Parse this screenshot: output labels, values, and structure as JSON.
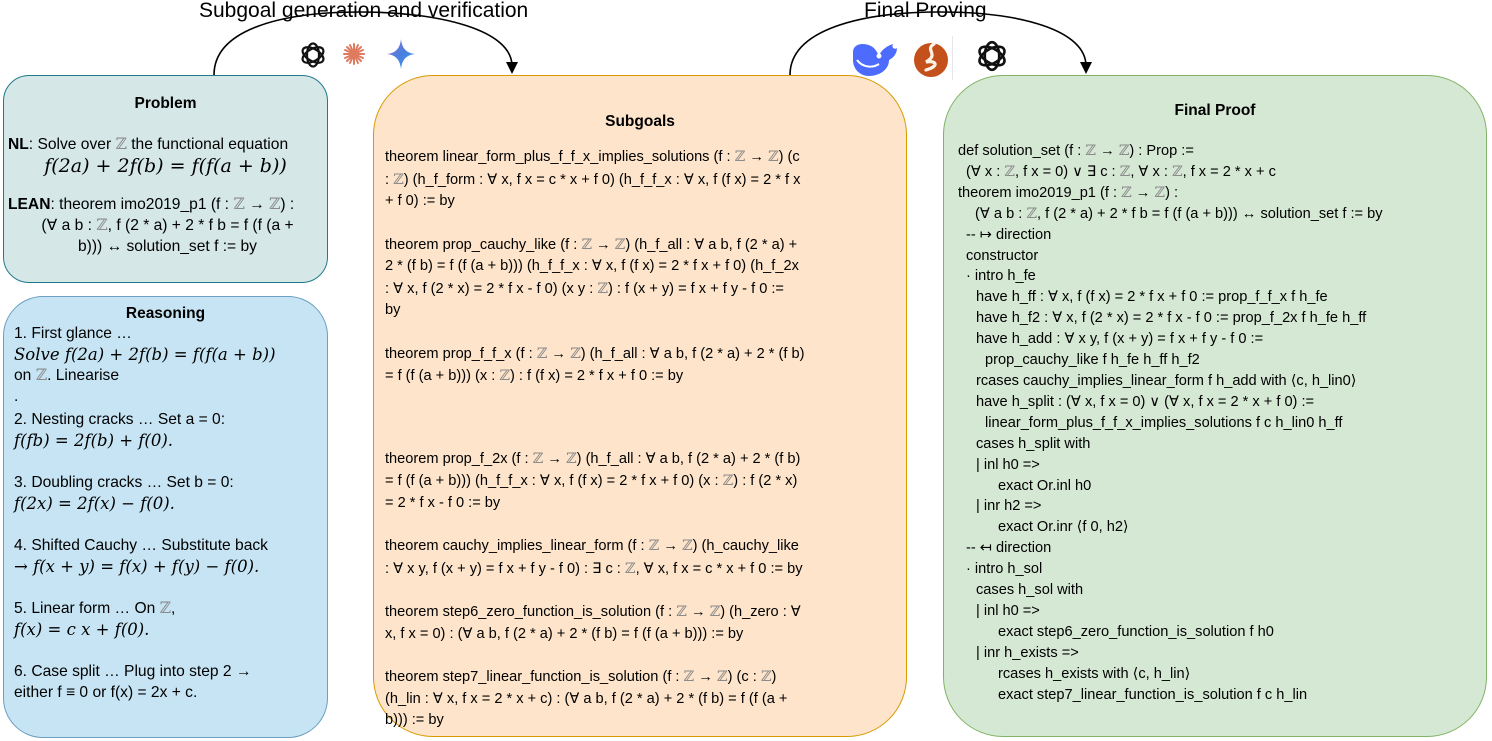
{
  "stages": {
    "left": {
      "label": "Subgoal generation and verification",
      "icons": [
        "openai-logo-icon",
        "claude-logo-icon",
        "gemini-logo-icon"
      ]
    },
    "right": {
      "label": "Final Proving",
      "icons": [
        "deepseek-logo-icon",
        "kimina-logo-icon",
        "openai-logo-icon"
      ]
    }
  },
  "colors": {
    "problem_fill": "#d5e7e7",
    "problem_border": "#1f7a8c",
    "reasoning_fill": "#c6e4f3",
    "reasoning_border": "#6c9fc0",
    "subgoals_fill": "#fde4ca",
    "subgoals_border": "#d79b00",
    "proof_fill": "#d5e8d4",
    "proof_border": "#82b366"
  },
  "problem": {
    "title": "Problem",
    "nl_label": "NL",
    "nl_text": ": Solve over ℤ the functional equation",
    "nl_equation": "f(2a) + 2f(b) = f(f(a + b))",
    "lean_label": "LEAN",
    "lean_lines": [
      ": theorem imo2019_p1 (f : ℤ → ℤ) :",
      "(∀ a b : ℤ, f (2 * a) + 2 * f b = f (f (a +",
      "b))) ↔ solution_set f := by"
    ]
  },
  "reasoning": {
    "title": "Reasoning",
    "steps": [
      {
        "head": "1. First glance …",
        "lines": [
          "Solve f(2a) + 2f(b) = f(f(a + b))",
          "on ℤ. Linearise",
          "."
        ]
      },
      {
        "head": "2. Nesting cracks …  Set a = 0:",
        "lines": [
          "f(fb) = 2f(b) + f(0)."
        ]
      },
      {
        "head": "3. Doubling cracks …  Set b = 0:",
        "lines": [
          "f(2x) = 2f(x) − f(0)."
        ]
      },
      {
        "head": "4. Shifted Cauchy …  Substitute back",
        "lines": [
          "→ f(x + y) = f(x) + f(y) − f(0)."
        ]
      },
      {
        "head": "5. Linear form …  On ℤ,",
        "lines": [
          "f(x) = c x + f(0)."
        ]
      },
      {
        "head": "6. Case split …  Plug into step 2 →",
        "lines": [
          "either f ≡ 0 or f(x) = 2x + c."
        ]
      }
    ]
  },
  "subgoals": {
    "title": "Subgoals",
    "items": [
      {
        "lines": [
          "theorem linear_form_plus_f_f_x_implies_solutions (f : ℤ → ℤ) (c",
          ": ℤ) (h_f_form : ∀ x, f x = c * x + f 0) (h_f_f_x : ∀ x, f (f x) = 2 * f x",
          "+ f 0) := by"
        ]
      },
      {
        "lines": [
          "theorem prop_cauchy_like (f : ℤ → ℤ) (h_f_all : ∀ a b, f (2 * a) +",
          "2 * (f b) = f (f (a + b))) (h_f_f_x : ∀ x, f (f x) = 2 * f x + f 0) (h_f_2x",
          ": ∀ x, f (2 * x) = 2 * f x - f 0) (x y : ℤ) : f (x + y) = f x + f y - f 0 :=",
          "by"
        ]
      },
      {
        "lines": [
          "theorem prop_f_f_x (f : ℤ → ℤ) (h_f_all : ∀ a b, f (2 * a) + 2 * (f b)",
          "= f (f (a + b))) (x : ℤ) : f (f x) = 2 * f x + f 0 := by"
        ]
      },
      {
        "lines": [
          "theorem prop_f_2x (f : ℤ → ℤ) (h_f_all : ∀ a b, f (2 * a) + 2 * (f b)",
          "= f (f (a + b))) (h_f_f_x : ∀ x, f (f x) = 2 * f x + f 0) (x : ℤ) : f (2 * x)",
          "= 2 * f x - f 0 := by"
        ]
      },
      {
        "lines": [
          "theorem cauchy_implies_linear_form (f : ℤ → ℤ) (h_cauchy_like",
          ": ∀ x y, f (x + y) = f x + f y - f 0) : ∃ c : ℤ, ∀ x, f x = c * x + f 0 := by"
        ]
      },
      {
        "lines": [
          "theorem step6_zero_function_is_solution (f : ℤ → ℤ) (h_zero : ∀",
          "x, f x = 0) : (∀ a b, f (2 * a) + 2 * (f b) = f (f (a + b))) := by"
        ]
      },
      {
        "lines": [
          "theorem step7_linear_function_is_solution (f : ℤ → ℤ) (c : ℤ)",
          "(h_lin : ∀ x, f x = 2 * x + c) : (∀ a b, f (2 * a) + 2 * (f b) = f (f (a +",
          "b))) := by"
        ]
      }
    ]
  },
  "final_proof": {
    "title": "Final Proof",
    "lines": [
      {
        "indent": 0,
        "text": "def solution_set (f : ℤ → ℤ) : Prop :="
      },
      {
        "indent": 1,
        "text": "(∀ x : ℤ, f x = 0) ∨ ∃ c : ℤ, ∀ x : ℤ, f x = 2 * x + c"
      },
      {
        "indent": 0,
        "text": "theorem imo2019_p1 (f : ℤ → ℤ) :"
      },
      {
        "indent": 2,
        "text": "(∀ a b : ℤ, f (2 * a) + 2 * f b = f (f (a + b))) ↔ solution_set f := by"
      },
      {
        "indent": 1,
        "text": "-- ↦ direction"
      },
      {
        "indent": 1,
        "text": "constructor"
      },
      {
        "indent": 1,
        "text": "· intro h_fe"
      },
      {
        "indent": 2,
        "text": "have h_ff : ∀ x, f (f x) = 2 * f x + f 0 := prop_f_f_x f h_fe"
      },
      {
        "indent": 2,
        "text": "have h_f2 : ∀ x, f (2 * x) = 2 * f x - f 0 := prop_f_2x f h_fe h_ff"
      },
      {
        "indent": 2,
        "text": "have h_add : ∀ x y, f (x + y) = f x + f y - f 0 :="
      },
      {
        "indent": 3,
        "text": "prop_cauchy_like f h_fe h_ff h_f2"
      },
      {
        "indent": 2,
        "text": "rcases cauchy_implies_linear_form f h_add with ⟨c, h_lin0⟩"
      },
      {
        "indent": 2,
        "text": "have h_split : (∀ x, f x = 0) ∨ (∀ x, f x = 2 * x + f 0) :="
      },
      {
        "indent": 3,
        "text": "linear_form_plus_f_f_x_implies_solutions f c h_lin0 h_ff"
      },
      {
        "indent": 2,
        "text": "cases h_split with"
      },
      {
        "indent": 2,
        "text": "| inl h0 =>"
      },
      {
        "indent": 4,
        "text": "exact Or.inl h0"
      },
      {
        "indent": 2,
        "text": "| inr h2 =>"
      },
      {
        "indent": 4,
        "text": "exact Or.inr ⟨f 0, h2⟩"
      },
      {
        "indent": 1,
        "text": "-- ↤ direction"
      },
      {
        "indent": 1,
        "text": "· intro h_sol"
      },
      {
        "indent": 2,
        "text": "cases h_sol with"
      },
      {
        "indent": 2,
        "text": "| inl h0 =>"
      },
      {
        "indent": 4,
        "text": "exact step6_zero_function_is_solution f h0"
      },
      {
        "indent": 2,
        "text": "| inr h_exists =>"
      },
      {
        "indent": 4,
        "text": "rcases h_exists with ⟨c, h_lin⟩"
      },
      {
        "indent": 4,
        "text": "exact step7_linear_function_is_solution f c h_lin"
      }
    ]
  }
}
